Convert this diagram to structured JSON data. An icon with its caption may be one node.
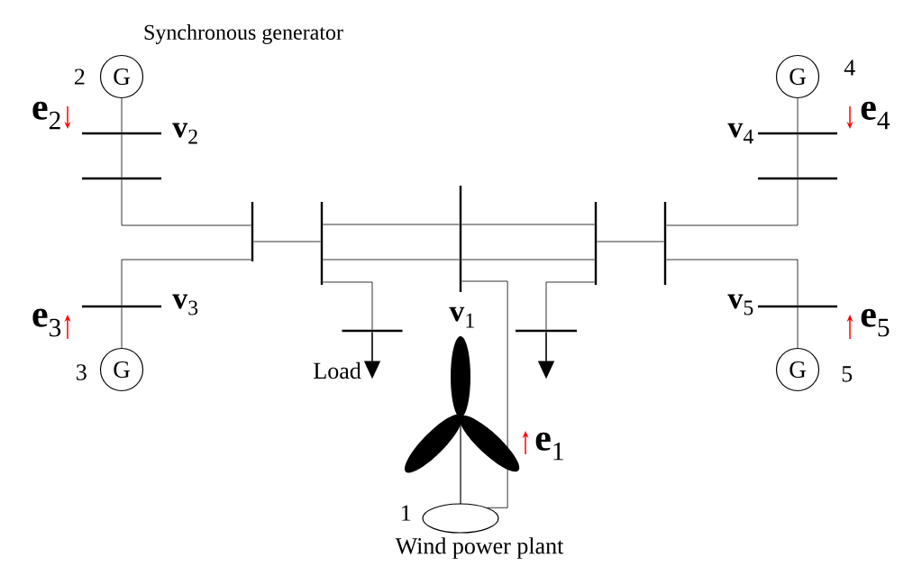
{
  "diagram": {
    "nodes": [
      {
        "text": [
          "G"
        ],
        "beside": [
          "Synchronous generator",
          "2"
        ]
      },
      {
        "text": [
          "G"
        ],
        "beside": [
          "4"
        ]
      },
      {
        "text": [],
        "shape": "bar",
        "beside": [
          "**v**$_{2}$"
        ]
      },
      {
        "text": [],
        "shape": "bar",
        "beside": [
          "**v**$_{4}$"
        ]
      },
      {
        "text": [],
        "shape": "bar"
      },
      {
        "text": [],
        "shape": "bar"
      },
      {
        "text": [],
        "shape": "bar",
        "beside": [
          "**v**$_{1}$"
        ]
      },
      {
        "text": [],
        "shape": "bar"
      },
      {
        "text": [],
        "shape": "bar"
      },
      {
        "text": [],
        "shape": "bar"
      },
      {
        "text": [],
        "shape": "bar"
      },
      {
        "text": [],
        "shape": "bar",
        "beside": [
          "**v**$_{3}$"
        ]
      },
      {
        "text": [],
        "shape": "bar",
        "beside": [
          "**v**$_{5}$"
        ]
      },
      {
        "text": [],
        "shape": "bar",
        "beside": [
          "Load"
        ]
      },
      {
        "text": [],
        "shape": "bar"
      },
      {
        "text": [
          "G"
        ],
        "beside": [
          "3"
        ]
      },
      {
        "text": [
          "G"
        ],
        "beside": [
          "5"
        ]
      },
      {
        "text": [],
        "shape": "ellipse",
        "beside": [
          "1",
          "Wind power plant"
        ]
      }
    ],
    "edges": [
      {
        "from": 0,
        "to": 2,
        "arrow": "none"
      },
      {
        "from": 2,
        "to": 4,
        "arrow": "none"
      },
      {
        "from": 4,
        "to": 7,
        "arrow": "none"
      },
      {
        "from": 15,
        "to": 11,
        "arrow": "none"
      },
      {
        "from": 11,
        "to": 7,
        "arrow": "none"
      },
      {
        "from": 7,
        "to": 8,
        "arrow": "none"
      },
      {
        "from": 8,
        "to": 6,
        "arrow": "none"
      },
      {
        "from": 6,
        "to": 9,
        "arrow": "none"
      },
      {
        "from": 8,
        "to": 6,
        "arrow": "none"
      },
      {
        "from": 6,
        "to": 9,
        "arrow": "none"
      },
      {
        "from": 8,
        "to": 13,
        "arrow": "none"
      },
      {
        "from": 9,
        "to": 14,
        "arrow": "none"
      },
      {
        "from": 6,
        "to": 17,
        "arrow": "none"
      },
      {
        "from": 9,
        "to": 10,
        "arrow": "none"
      },
      {
        "from": 10,
        "to": 5,
        "arrow": "none"
      },
      {
        "from": 5,
        "to": 3,
        "arrow": "none"
      },
      {
        "from": 3,
        "to": 1,
        "arrow": "none"
      },
      {
        "from": 10,
        "to": 12,
        "arrow": "none"
      },
      {
        "from": 12,
        "to": 16,
        "arrow": "none"
      }
    ],
    "labels": [
      "**e**$_{2}$",
      "**e**$_{4}$",
      "**e**$_{3}$",
      "**e**$_{5}$",
      "**e**$_{1}$"
    ]
  }
}
